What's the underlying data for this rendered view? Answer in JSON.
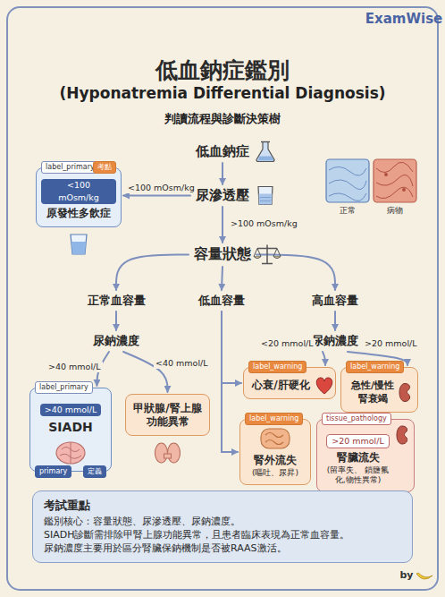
{
  "diagram": {
    "title": "低血鈉症鑑別",
    "nodes": [
      {
        "text": [
          "低血鈉症"
        ]
      },
      {
        "text": [
          "尿滲透壓"
        ]
      },
      {
        "text": [
          "label_primary",
          "考點",
          "<100 mOsm/kg",
          "原發性多飲症"
        ]
      },
      {
        "text": [
          "容量狀態"
        ]
      },
      {
        "text": [
          "正常血容量"
        ]
      },
      {
        "text": [
          "低血容量"
        ]
      },
      {
        "text": [
          "高血容量"
        ]
      },
      {
        "text": [
          "尿鈉濃度"
        ]
      },
      {
        "text": [
          "尿鈉濃度"
        ]
      },
      {
        "text": [
          "label_primary",
          ">40 mmol/L",
          "SIADH",
          "primary",
          "定義"
        ]
      },
      {
        "text": [
          "甲狀腺/腎上腺 功能異常"
        ]
      },
      {
        "text": [
          "label_warning",
          "心衰/肝硬化"
        ]
      },
      {
        "text": [
          "label_warning",
          "急性/慢性 腎衰竭"
        ]
      },
      {
        "text": [
          "label_warning",
          "腎外流失",
          "(嘔吐、尿昇)"
        ]
      },
      {
        "text": [
          "tissue_pathology",
          ">20 mmol/L",
          "腎臟流失",
          "(留率失、 鎖鹽氟化,物性異常)"
        ]
      },
      {
        "text": [
          "考試重點",
          "鑑別核心：容量狀態、尿滲透壓、尿鈉濃度。",
          "SIADH診斷需排除甲腎上腺功能異常，且患者臨床表現為正常血容量。",
          "尿鈉濃度主要用於區分腎臟保鈉機制是否被RAAS激活。"
        ]
      }
    ],
    "edges": [
      {
        "from": 0,
        "to": 1,
        "arrow": "to"
      },
      {
        "from": 1,
        "to": 2,
        "label": "<100 mOsm/kg",
        "arrow": "to"
      },
      {
        "from": 1,
        "to": 3,
        "label": ">100 mOsm/kg",
        "arrow": "to"
      },
      {
        "from": 3,
        "to": 4,
        "arrow": "to"
      },
      {
        "from": 3,
        "to": 5,
        "arrow": "to"
      },
      {
        "from": 3,
        "to": 6,
        "arrow": "to"
      },
      {
        "from": 4,
        "to": 7,
        "arrow": "to"
      },
      {
        "from": 7,
        "to": 9,
        "label": ">40 mmol/L",
        "arrow": "to"
      },
      {
        "from": 7,
        "to": 10,
        "label": "<40 mmol/L",
        "arrow": "to"
      },
      {
        "from": 6,
        "to": 8,
        "arrow": "to"
      },
      {
        "from": 8,
        "to": 11,
        "label": "<20 mmol/L",
        "arrow": "to"
      },
      {
        "from": 8,
        "to": 12,
        "label": ">20 mmol/L",
        "arrow": "to"
      },
      {
        "from": 5,
        "to": 11,
        "arrow": "to"
      },
      {
        "from": 5,
        "to": 13,
        "arrow": "to"
      }
    ],
    "labels": [
      "ExamWise",
      "(Hyponatremia Differential Diagnosis)",
      "判讀流程與診斷決策樹",
      "正常",
      "病物",
      "by"
    ]
  }
}
